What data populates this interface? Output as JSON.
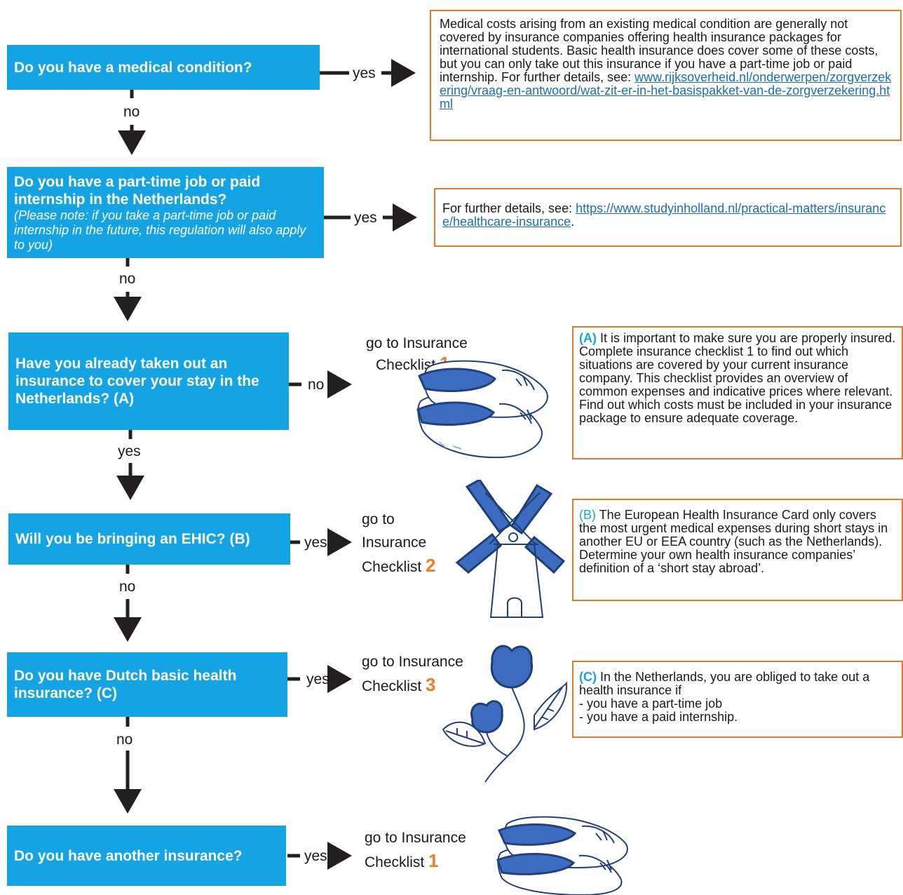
{
  "questions": [
    {
      "text": "Do you have a medical condition?"
    },
    {
      "text": "Do you have a part-time job or paid internship in the Netherlands?",
      "note": "(Please note: if you take a part-time job or paid internship in the future, this regulation will also apply to you)"
    },
    {
      "text": "Have you already taken out an insurance to cover your stay in the Netherlands? (A)"
    },
    {
      "text": "Will you be bringing an EHIC? (B)"
    },
    {
      "text": "Do you have Dutch basic health insurance? (C)"
    },
    {
      "text": "Do you have another insurance?"
    }
  ],
  "down_labels": [
    "no",
    "no",
    "yes",
    "no",
    "no"
  ],
  "side_labels": [
    "yes",
    "yes",
    "no",
    "yes",
    "yes",
    "yes"
  ],
  "info": {
    "box1_text": "Medical costs arising from an existing medical condition are generally not covered by insurance companies offering health insurance packages for international students. Basic health insurance does cover some of these costs, but you can only take out this insurance if you have a part-time job or paid internship. For further details, see: ",
    "box1_link": "www.rijksoverheid.nl/onderwerpen/zorgverzekering/vraag-en-antwoord/wat-zit-er-in-het-basispakket-van-de-zorgverzekering.html",
    "box2_text": "For further details, see: ",
    "box2_link": "https://www.studyinholland.nl/practical-matters/insurance/healthcare-insurance",
    "box2_end": ".",
    "a_key": "(A)",
    "a_text": " It is important to make sure you are properly insured. Complete insurance checklist 1 to find out which situations are covered by your current insurance company. This checklist provides an overview of common expenses and indicative prices where relevant. Find out which costs must be included in your insurance package to ensure adequate coverage.",
    "b_key": "(B)",
    "b_text": " The European Health Insurance Card only covers the most urgent medical expenses during short stays in another EU or EEA country (such as the Netherlands). Determine your own health insurance companies’ definition of a ‘short stay abroad’.",
    "c_key": "(C)",
    "c_text": " In the Netherlands, you are obliged to take out a health insurance if",
    "c_items": [
      "- you have a part-time job",
      "- you have a paid internship."
    ]
  },
  "checklists": [
    {
      "line1": "go to Insurance",
      "line2": "Checklist",
      "num": "1"
    },
    {
      "line1": "go to",
      "line2": "Insurance",
      "line3": "Checklist",
      "num": "2"
    },
    {
      "line1": "go to Insurance",
      "line2": "Checklist",
      "num": "3"
    },
    {
      "line1": "go to Insurance",
      "line2": "Checklist",
      "num": "1"
    }
  ],
  "colors": {
    "question_bg": "#14a3e3",
    "info_border": "#e57a2d",
    "accent_number": "#f07d23",
    "delft_blue": "#2b5fa8"
  },
  "icons": [
    "clogs-icon",
    "windmill-icon",
    "tulip-icon",
    "clogs-icon"
  ]
}
